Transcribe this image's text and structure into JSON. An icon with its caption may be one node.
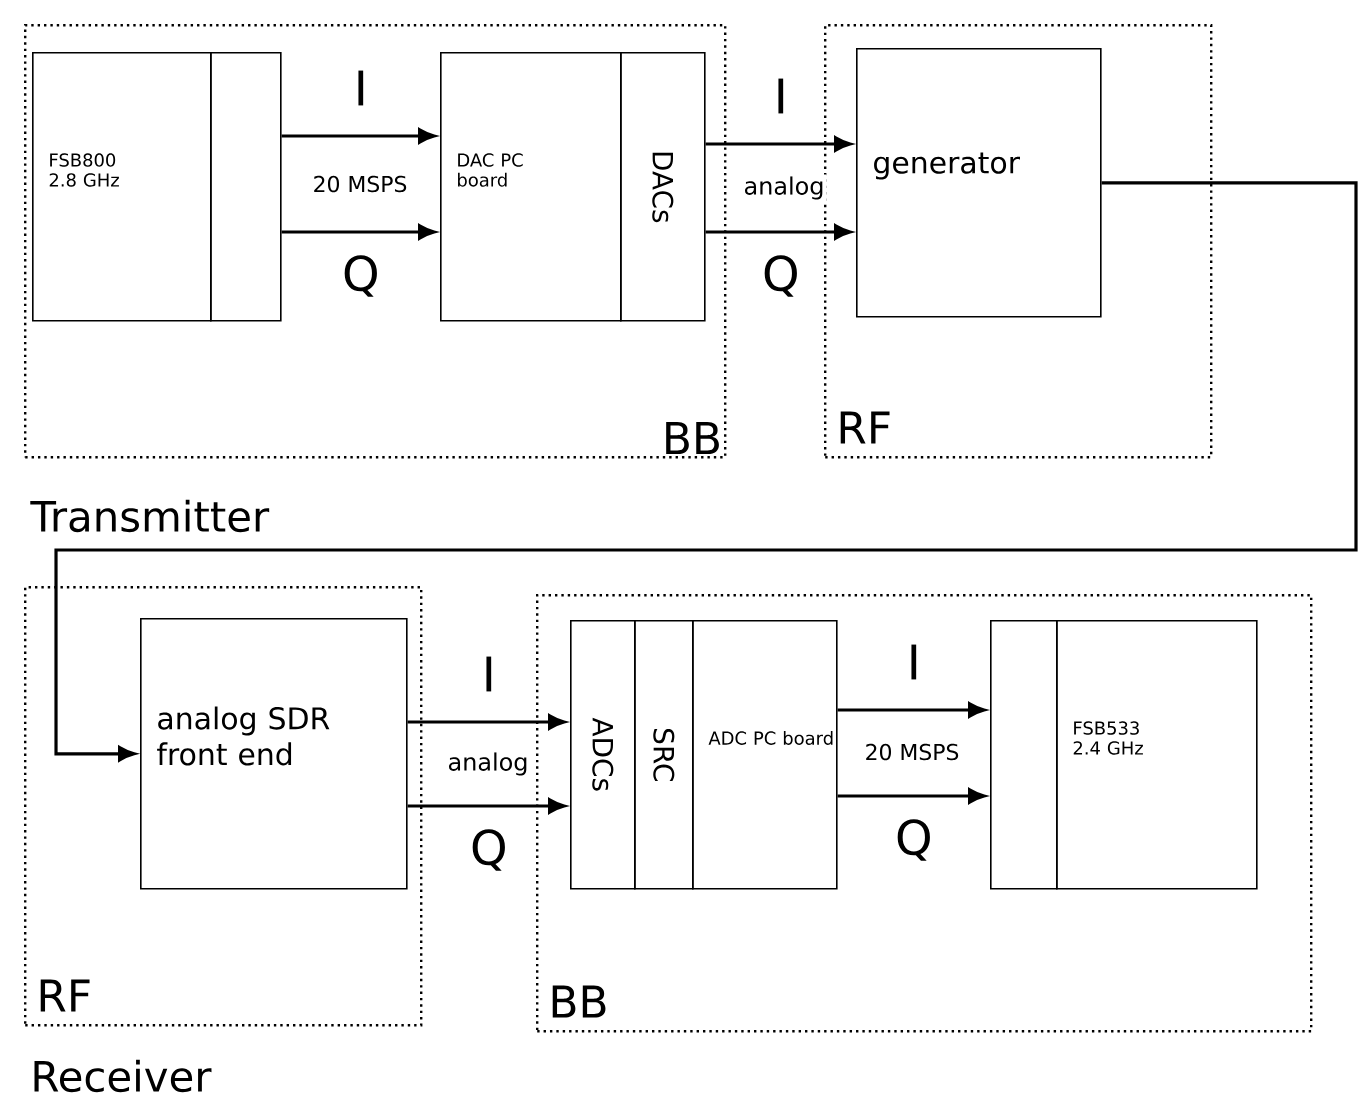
{
  "diagram": {
    "nodes": [
      {
        "text": [
          "BB"
        ]
      },
      {
        "text": [
          "RF"
        ]
      },
      {
        "text": [
          "FSB800 2.8 GHz"
        ],
        "in": 0
      },
      {
        "text": [],
        "shape": "box",
        "in": 0
      },
      {
        "text": [
          "DAC PC board"
        ],
        "in": 0
      },
      {
        "text": [
          "DACs"
        ],
        "in": 0
      },
      {
        "text": [
          "generator"
        ],
        "in": 1
      },
      {
        "text": [
          "RF"
        ]
      },
      {
        "text": [
          "BB"
        ]
      },
      {
        "text": [
          "analog SDR front end"
        ],
        "in": 7
      },
      {
        "text": [
          "ADCs"
        ],
        "in": 8
      },
      {
        "text": [
          "SRC"
        ],
        "in": 8
      },
      {
        "text": [
          "ADC PC board"
        ],
        "in": 8
      },
      {
        "text": [],
        "shape": "box",
        "in": 8
      },
      {
        "text": [
          "FSB533 2.4 GHz"
        ],
        "in": 8
      }
    ],
    "edges": [
      {
        "from": 3,
        "to": 4,
        "arrow": "to",
        "label": "I"
      },
      {
        "from": 3,
        "to": 4,
        "arrow": "to",
        "label": "Q"
      },
      {
        "from": 5,
        "to": 6,
        "arrow": "to",
        "label": "I"
      },
      {
        "from": 5,
        "to": 6,
        "arrow": "to",
        "label": "Q"
      },
      {
        "from": 6,
        "to": 9,
        "arrow": "to"
      },
      {
        "from": 9,
        "to": 10,
        "arrow": "to",
        "label": "I"
      },
      {
        "from": 9,
        "to": 10,
        "arrow": "to",
        "label": "Q"
      },
      {
        "from": 12,
        "to": 13,
        "arrow": "to",
        "label": "I"
      },
      {
        "from": 12,
        "to": 13,
        "arrow": "to",
        "label": "Q"
      }
    ],
    "labels": [
      "20 MSPS",
      "analog",
      "Transmitter",
      "analog",
      "20 MSPS",
      "Receiver"
    ]
  }
}
